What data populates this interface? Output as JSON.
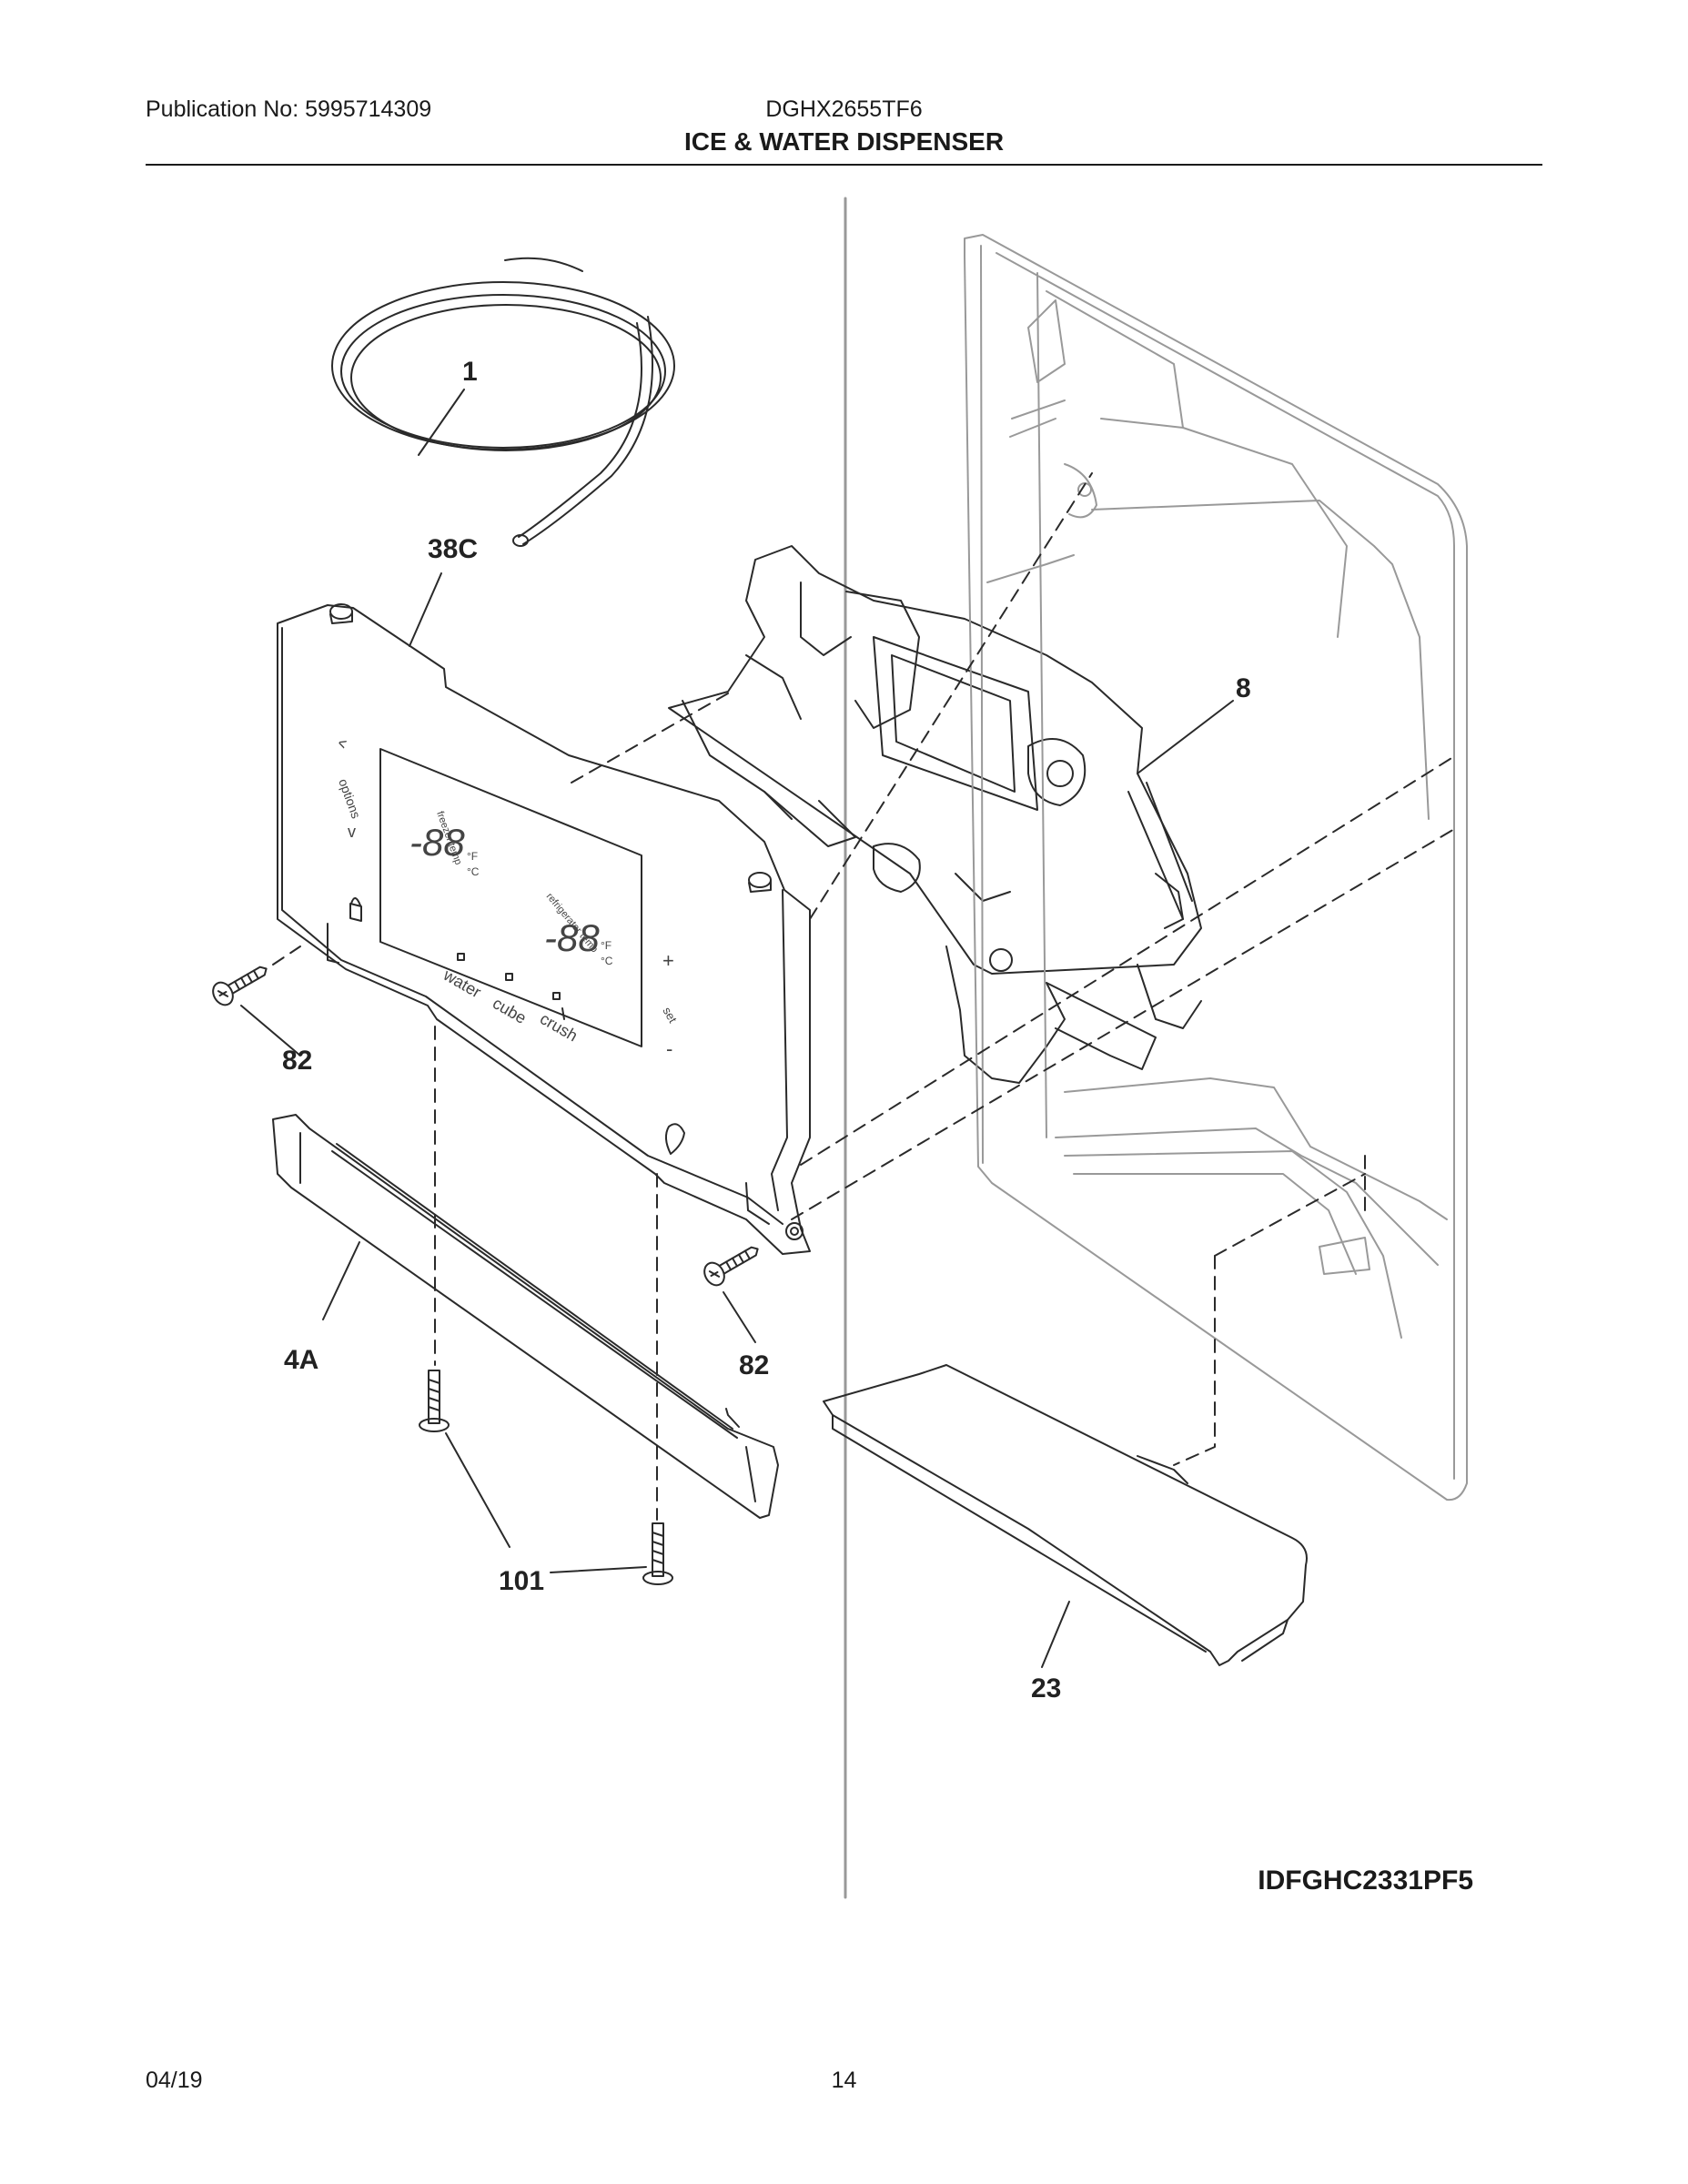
{
  "header": {
    "publication": "Publication No: 5995714309",
    "model": "DGHX2655TF6",
    "title": "ICE & WATER DISPENSER"
  },
  "panel_labels": {
    "up": "^",
    "options": "options",
    "down": "v",
    "freezer_temp": "freezer temp",
    "fridge_temp": "refrigerator temp",
    "freezer_value": "-88",
    "fridge_value": "-88",
    "unit_f": "°F",
    "unit_c": "°C",
    "water": "water",
    "cube": "cube",
    "crush": "crush",
    "plus": "+",
    "set": "set",
    "minus": "-"
  },
  "callouts": {
    "p1": "1",
    "p38c": "38C",
    "p8": "8",
    "p82a": "82",
    "p82b": "82",
    "p4a": "4A",
    "p101": "101",
    "p23": "23"
  },
  "diagram_code": "IDFGHC2331PF5",
  "footer": {
    "date": "04/19",
    "page": "14"
  }
}
